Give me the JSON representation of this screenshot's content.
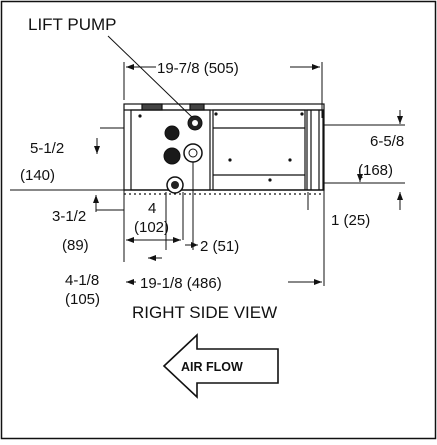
{
  "labels": {
    "lift_pump": "LIFT PUMP",
    "width_top": "19-7/8 (505)",
    "width_bottom": "19-1/8 (486)",
    "left_height_in": "5-1/2",
    "left_height_mm": "(140)",
    "right_height_in": "6-5/8",
    "right_height_mm": "(168)",
    "bottom_left_in": "3-1/2",
    "bottom_left_mm": "(89)",
    "drain_spacing_in": "4",
    "drain_spacing_mm": "(102)",
    "drain_offset": "2 (51)",
    "right_small": "1 (25)",
    "lower_left_in": "4-1/8",
    "lower_left_mm": "(105)",
    "view_title": "RIGHT SIDE VIEW",
    "air_flow": "AIR FLOW"
  }
}
